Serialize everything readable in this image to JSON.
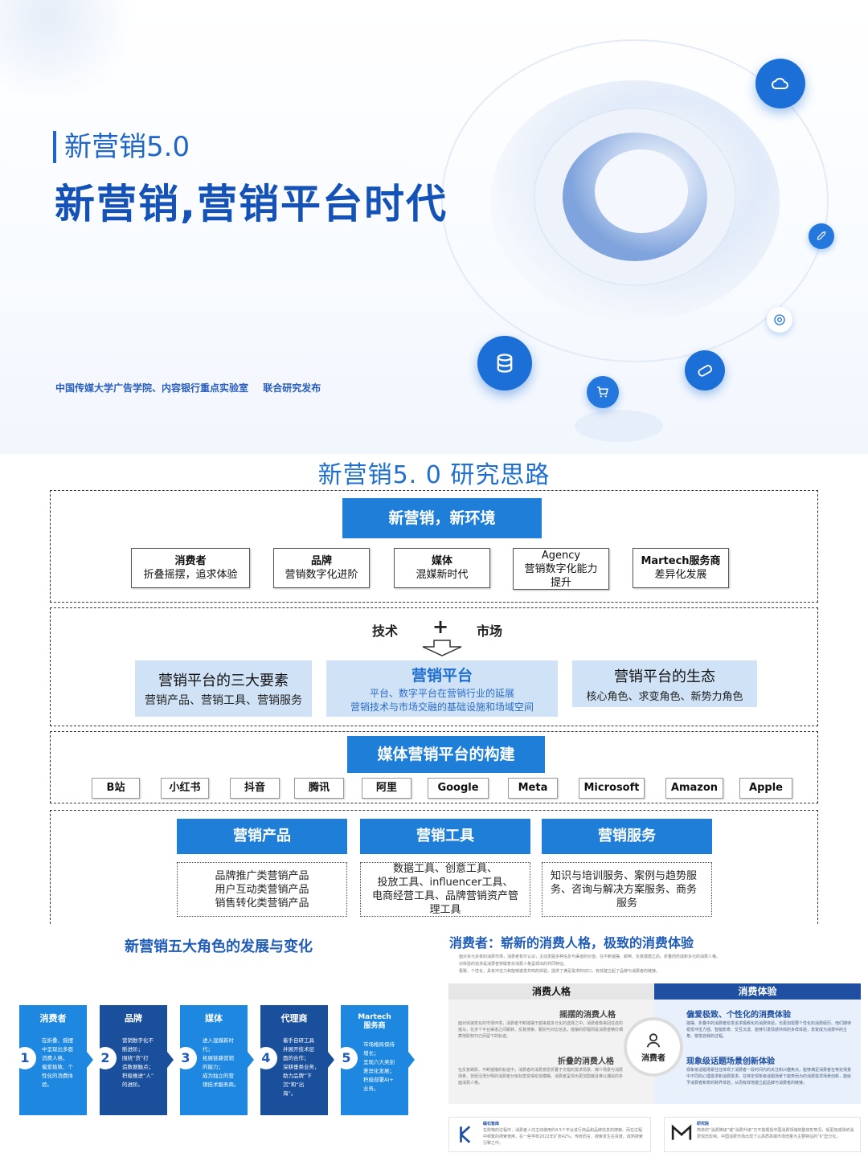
{
  "cover": {
    "eyebrow": "新营销5.0",
    "title": "新营销,营销平台时代",
    "publisher_org": "中国传媒大学广告学院、内容银行重点实验室",
    "publisher_action": "联合研究发布",
    "icons": [
      "cloud-icon",
      "rocket-icon",
      "chrome-icon",
      "database-icon",
      "cart-icon",
      "game-controller-icon"
    ]
  },
  "research": {
    "title": "新营销5. 0  研究思路",
    "env_banner": "新营销，新环境",
    "env_items": [
      {
        "l1": "消费者",
        "l2": "折叠摇摆，追求体验"
      },
      {
        "l1": "品牌",
        "l2": "营销数字化进阶"
      },
      {
        "l1": "媒体",
        "l2": "混媒新时代"
      },
      {
        "l1": "Agency",
        "l2": "营销数字化能力",
        "l3": "提升"
      },
      {
        "l1": "Martech服务商",
        "l2": "差异化发展"
      }
    ],
    "tech": "技术",
    "plus": "+",
    "market": "市场",
    "platform_left": {
      "l1": "营销平台的三大要素",
      "l2": "营销产品、营销工具、营销服务"
    },
    "platform_mid": {
      "l1": "营销平台",
      "l2": "平台、数字平台在营销行业的延展",
      "l3": "营销技术与市场交融的基础设施和场域空间"
    },
    "platform_right": {
      "l1": "营销平台的生态",
      "l2": "核心角色、求变角色、新势力角色"
    },
    "media_banner": "媒体营销平台的构建",
    "media_items": [
      "B站",
      "小红书",
      "抖音",
      "腾讯",
      "阿里",
      "Google",
      "Meta",
      "Microsoft",
      "Amazon",
      "Apple"
    ],
    "pillars": [
      {
        "title": "营销产品",
        "lines": [
          "品牌推广类营销产品",
          "用户互动类营销产品",
          "销售转化类营销产品"
        ]
      },
      {
        "title": "营销工具",
        "lines": [
          "数据工具、创意工具、",
          "投放工具、influencer工具、",
          "电商经营工具、品牌营销资产管",
          "理工具"
        ]
      },
      {
        "title": "营销服务",
        "lines": [
          "知识与培训服务、案例与趋势服",
          "务、咨询与解决方案服务、商务",
          "服务"
        ]
      }
    ]
  },
  "roles": {
    "title": "新营销五大角色的发展与变化",
    "items": [
      {
        "num": "1",
        "title": "消费者",
        "desc": [
          "在折叠、摇摆",
          "中呈现出多面",
          "消费人格，",
          "偏爱极致、个",
          "性化的消费体",
          "验。"
        ],
        "color": "#1e88e0"
      },
      {
        "num": "2",
        "title": "品牌",
        "desc": [
          "营销数字化不",
          "断进阶；",
          "围绕“货”打",
          "造数据触点；",
          "积极推进“人”",
          "的进阶。"
        ],
        "color": "#1a4f9c"
      },
      {
        "num": "3",
        "title": "媒体",
        "desc": [
          "进入混媒新时",
          "代；",
          "拓展链路营销",
          "的能力；",
          "成为独立的营",
          "销技术服务商。"
        ],
        "color": "#1e88e0"
      },
      {
        "num": "4",
        "title": "代理商",
        "desc": [
          "着手自研工具",
          "并展开技术层",
          "面的合作；",
          "深耕垂类业务，",
          "助力品牌“下",
          "沉”和“出",
          "海”。"
        ],
        "color": "#1a4f9c"
      },
      {
        "num": "5",
        "title": "Martech\n服务商",
        "desc": [
          "市场格局保持",
          "增长；",
          "呈现六大类别",
          "差异化发展；",
          "积极部署AI+",
          "业务。"
        ],
        "color": "#1e88e0"
      }
    ]
  },
  "consumer": {
    "title": "消费者：崭新的消费人格，极致的消费体验",
    "intro1": "面对多元多变的消费市场，消费者有尔认识，主动发掘多种信息与渠道的价值，在不断摇摆、颠倒、反复摸爬之后，折叠而形成新多元的消费人格。",
    "intro2": "对体验的追求是消费者突破复杂消费人格呈现出的共同特征。",
    "intro3": "极致、个性化，具有冲击力和能够激发共鸣的体验，提供了满足需求的切口，有效建立起了品牌与消费者的链接。",
    "left_header": "消费人格",
    "right_header": "消费体验",
    "center_label": "消费者",
    "left_sub1": "摇摆的消费人格",
    "left_text1": "面对快速变化的市场环境，消费者不断摇摆于越来越多元化的选择之中。消费者像来回往返的摇马，在多个平台渠道之间跳转、反复搜索、甄别与对比信息。摇摆的原程则是消费者精打细算地取权归己而留下的轨迹。",
    "left_sub2": "折叠的消费人格",
    "left_text2": "在反复跳跃、不断摇摆的轨迹中，消费者的消费意愿折叠于交错的需求情景、媒介场景与消费场景，曾经泾渭分明的消费者分级标签变得愈加模糊，消费者呈现出更加隐蔽且难以捕捉的多面消费人格。",
    "right_sub1": "偏爱极致、个性化的消费体验",
    "right_text1": "摇摆、折叠中的消费者愈发追求极致化的消费体验，也更加需要个性化的消费经历。他们期待视觉冲击力强、智能影奇、交互沉浸、能够引发情感共鸣的多样体验，享受成为消费中的主角、愉悦自我的过程。",
    "right_sub2": "现象级话题场景创新体验",
    "right_text2": "现象级话题场景往往体现了消费者一段时间内的关注和兴趣焦点，能够满足消费者在特定场景中不同的心理需求和消费需求。在特定现象级话题场景下能势而为的消费需求场景创新，能给予消费者新奇的跨界体验，从而有效地建立起品牌与消费者的链接。",
    "foot_left_brand": "磁石智库",
    "foot_left_text": "在购物的过程中，消费者人均主动使用约4.5个平台进行商品和品牌信息的搜索。而在过程中频繁的搜索使用，在一些学校2022年扩张42%，传统而言，搜索发生在百度。成熟搜索引擎之中。",
    "foot_right_brand": "研究院",
    "foot_right_text": "简单的“消费降级”或“消费升级”已不能概括中国消费领域的整体形势况，受更加成熟的消费观念影响，中国消费市场出现了以高质高端市场增量为主要特征的“K”型分化。"
  }
}
